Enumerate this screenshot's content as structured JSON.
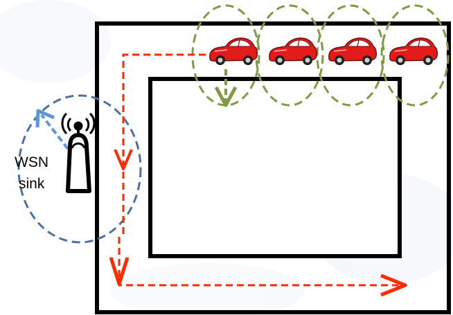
{
  "sink": {
    "label_line1": "WSN",
    "label_line2": "sink"
  },
  "vehicles": {
    "count": 4,
    "icon": "red-car-icon",
    "body_color": "#e21b1b",
    "dark_color": "#7a0a0a"
  },
  "colors": {
    "outer_road_border": "#000000",
    "inner_block_border": "#000000",
    "route_arrow": "#ff2a00",
    "vehicle_range": "#7f9a45",
    "sink_range": "#4a6fa0",
    "sink_arrow": "#5f97d6",
    "watermark": "#e8eef6"
  }
}
